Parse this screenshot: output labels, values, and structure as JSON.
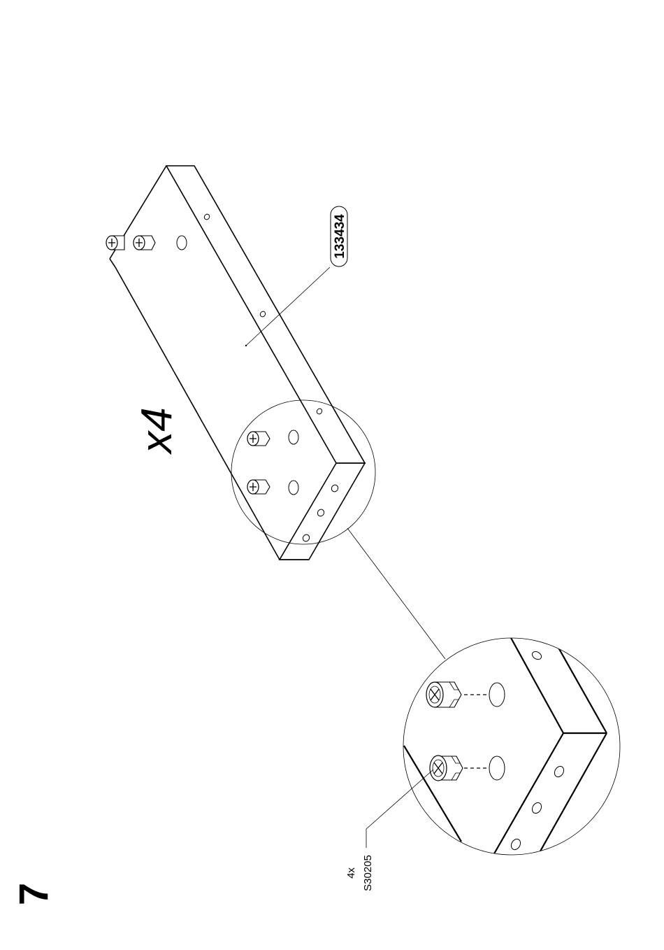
{
  "step_number": "7",
  "quantity_multiplier": "x4",
  "panel_part_number": "133434",
  "fitting": {
    "quantity": "4x",
    "part_number": "S30205"
  }
}
